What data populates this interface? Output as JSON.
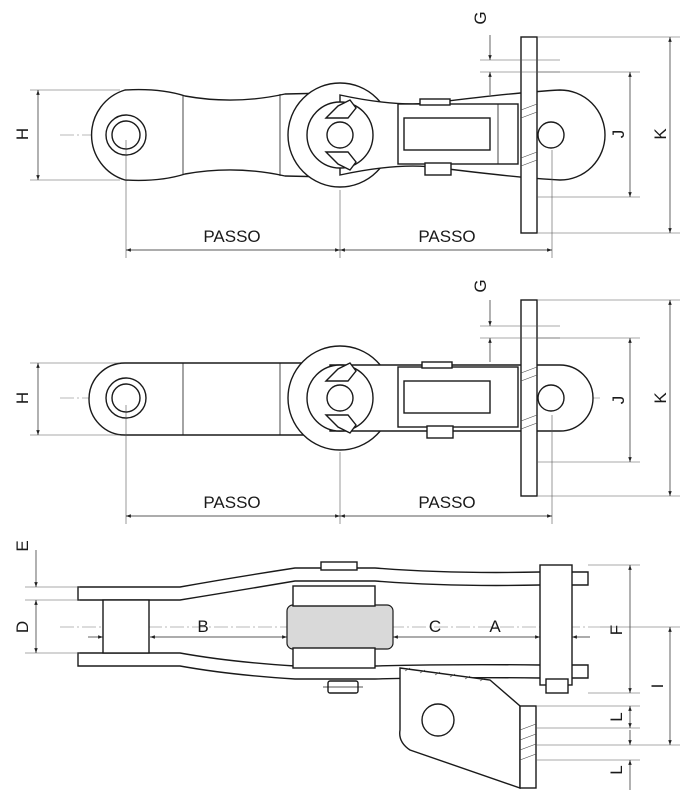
{
  "labels": {
    "passo": "PASSO",
    "h": "H",
    "g": "G",
    "j": "J",
    "k": "K",
    "e": "E",
    "d": "D",
    "b": "B",
    "c": "C",
    "a": "A",
    "f": "F",
    "i": "I",
    "l": "L"
  },
  "colors": {
    "line": "#1a1a1a",
    "roller_fill": "#d9d9d9",
    "background": "#ffffff"
  }
}
